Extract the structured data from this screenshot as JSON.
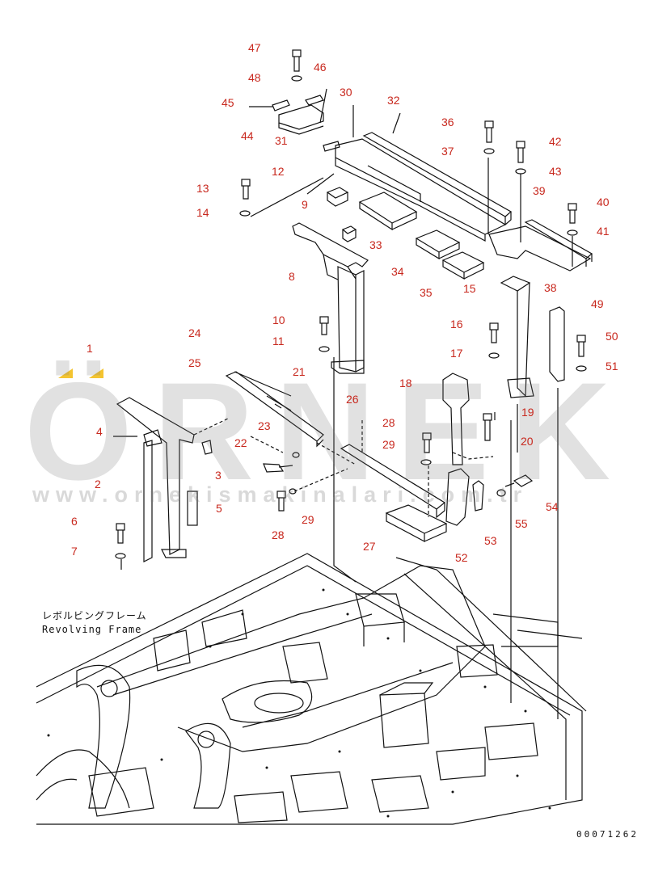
{
  "watermark": {
    "brand": "ÖRNEK",
    "url": "www.ornekismakinalari.com.tr",
    "color": "#f4c430"
  },
  "frame_label": {
    "japanese": "レボルビングフレーム",
    "english": "Revolving Frame"
  },
  "drawing_number": "00071262",
  "callout_color": "#c8281e",
  "parts": {
    "p1": "1",
    "p2": "2",
    "p3": "3",
    "p4": "4",
    "p5": "5",
    "p6": "6",
    "p7": "7",
    "p8": "8",
    "p9": "9",
    "p10": "10",
    "p11": "11",
    "p12": "12",
    "p13": "13",
    "p14": "14",
    "p15": "15",
    "p16": "16",
    "p17": "17",
    "p18": "18",
    "p19": "19",
    "p20": "20",
    "p21": "21",
    "p22": "22",
    "p23": "23",
    "p24": "24",
    "p25": "25",
    "p26": "26",
    "p27": "27",
    "p28a": "28",
    "p28b": "28",
    "p29a": "29",
    "p29b": "29",
    "p30": "30",
    "p31": "31",
    "p32": "32",
    "p33": "33",
    "p34": "34",
    "p35": "35",
    "p36": "36",
    "p37": "37",
    "p38": "38",
    "p39": "39",
    "p40": "40",
    "p41": "41",
    "p42": "42",
    "p43": "43",
    "p44": "44",
    "p45": "45",
    "p46": "46",
    "p47": "47",
    "p48": "48",
    "p49": "49",
    "p50": "50",
    "p51": "51",
    "p52": "52",
    "p53": "53",
    "p54": "54",
    "p55": "55"
  }
}
